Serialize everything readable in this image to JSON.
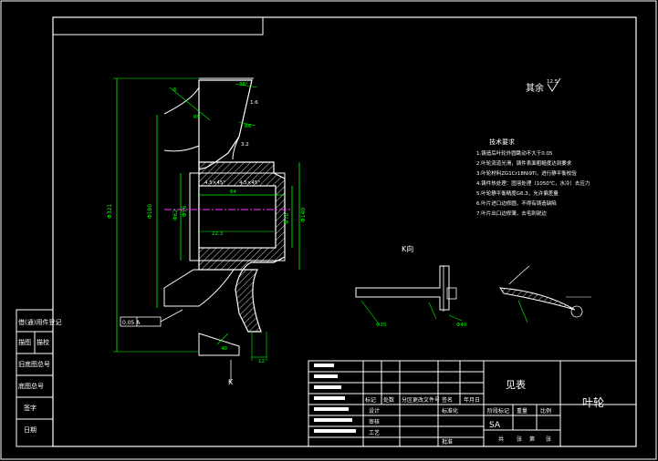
{
  "roughness_note": {
    "label": "其余",
    "value": "12.5"
  },
  "tech_requirements": {
    "title": "技术要求",
    "lines": [
      "1.铸造后叶轮外圆跳动不大于0.05",
      "2.叶轮流道光滑，铸件表面粗糙度达到要求",
      "3.叶轮材料ZG1Cr18Ni9Ti，进行静平衡校验",
      "4.铸件热处理：固溶处理（1050℃，水冷）去应力",
      "5.叶轮静平衡精度G6.3，允许偏差量",
      "6.叶片进口边修圆，不得有铸造缺陷",
      "7.叶片出口边修薄，去毛刺锐边"
    ]
  },
  "view_labels": {
    "k_view": "K向",
    "k_arrow": "K"
  },
  "dims": {
    "d_outer": "Φ321",
    "d_inner": "Φ180",
    "d_hub": "Φ140",
    "d_bore": "Φ62",
    "d_bore2": "Φ56",
    "d_small": "Φ70",
    "d_shaft": "Φ25",
    "d_shaft2": "Φ40",
    "ch1": "4.5×45°",
    "ch2": "4.5×45°",
    "key_w": "64",
    "key_d": "22.3",
    "len_12": "12",
    "len_40": "40",
    "ang": "36°",
    "r1": "R5",
    "r2": "R6",
    "dim_6": "6",
    "tol_box": "0.05 A",
    "ra_1": "3.2",
    "ra_2": "1.6"
  },
  "title_block": {
    "part_name": "叶轮",
    "drawing_no": "见表",
    "material_sym": "SA",
    "row_headers": [
      "标记",
      "处数",
      "分区",
      "更改文件号",
      "签名",
      "年月日"
    ],
    "side_labels": [
      "设计",
      "审核",
      "工艺",
      "标准化",
      "批准"
    ],
    "stage_labels": [
      "阶段标记",
      "重量",
      "比例"
    ],
    "bottom_labels": [
      "共",
      "张",
      "第",
      "张"
    ]
  },
  "side_table": {
    "rows": [
      "借(通)用件登记",
      "旧底图总号",
      "底图总号",
      "签字",
      "日期"
    ],
    "small": [
      "描图",
      "描校"
    ]
  }
}
